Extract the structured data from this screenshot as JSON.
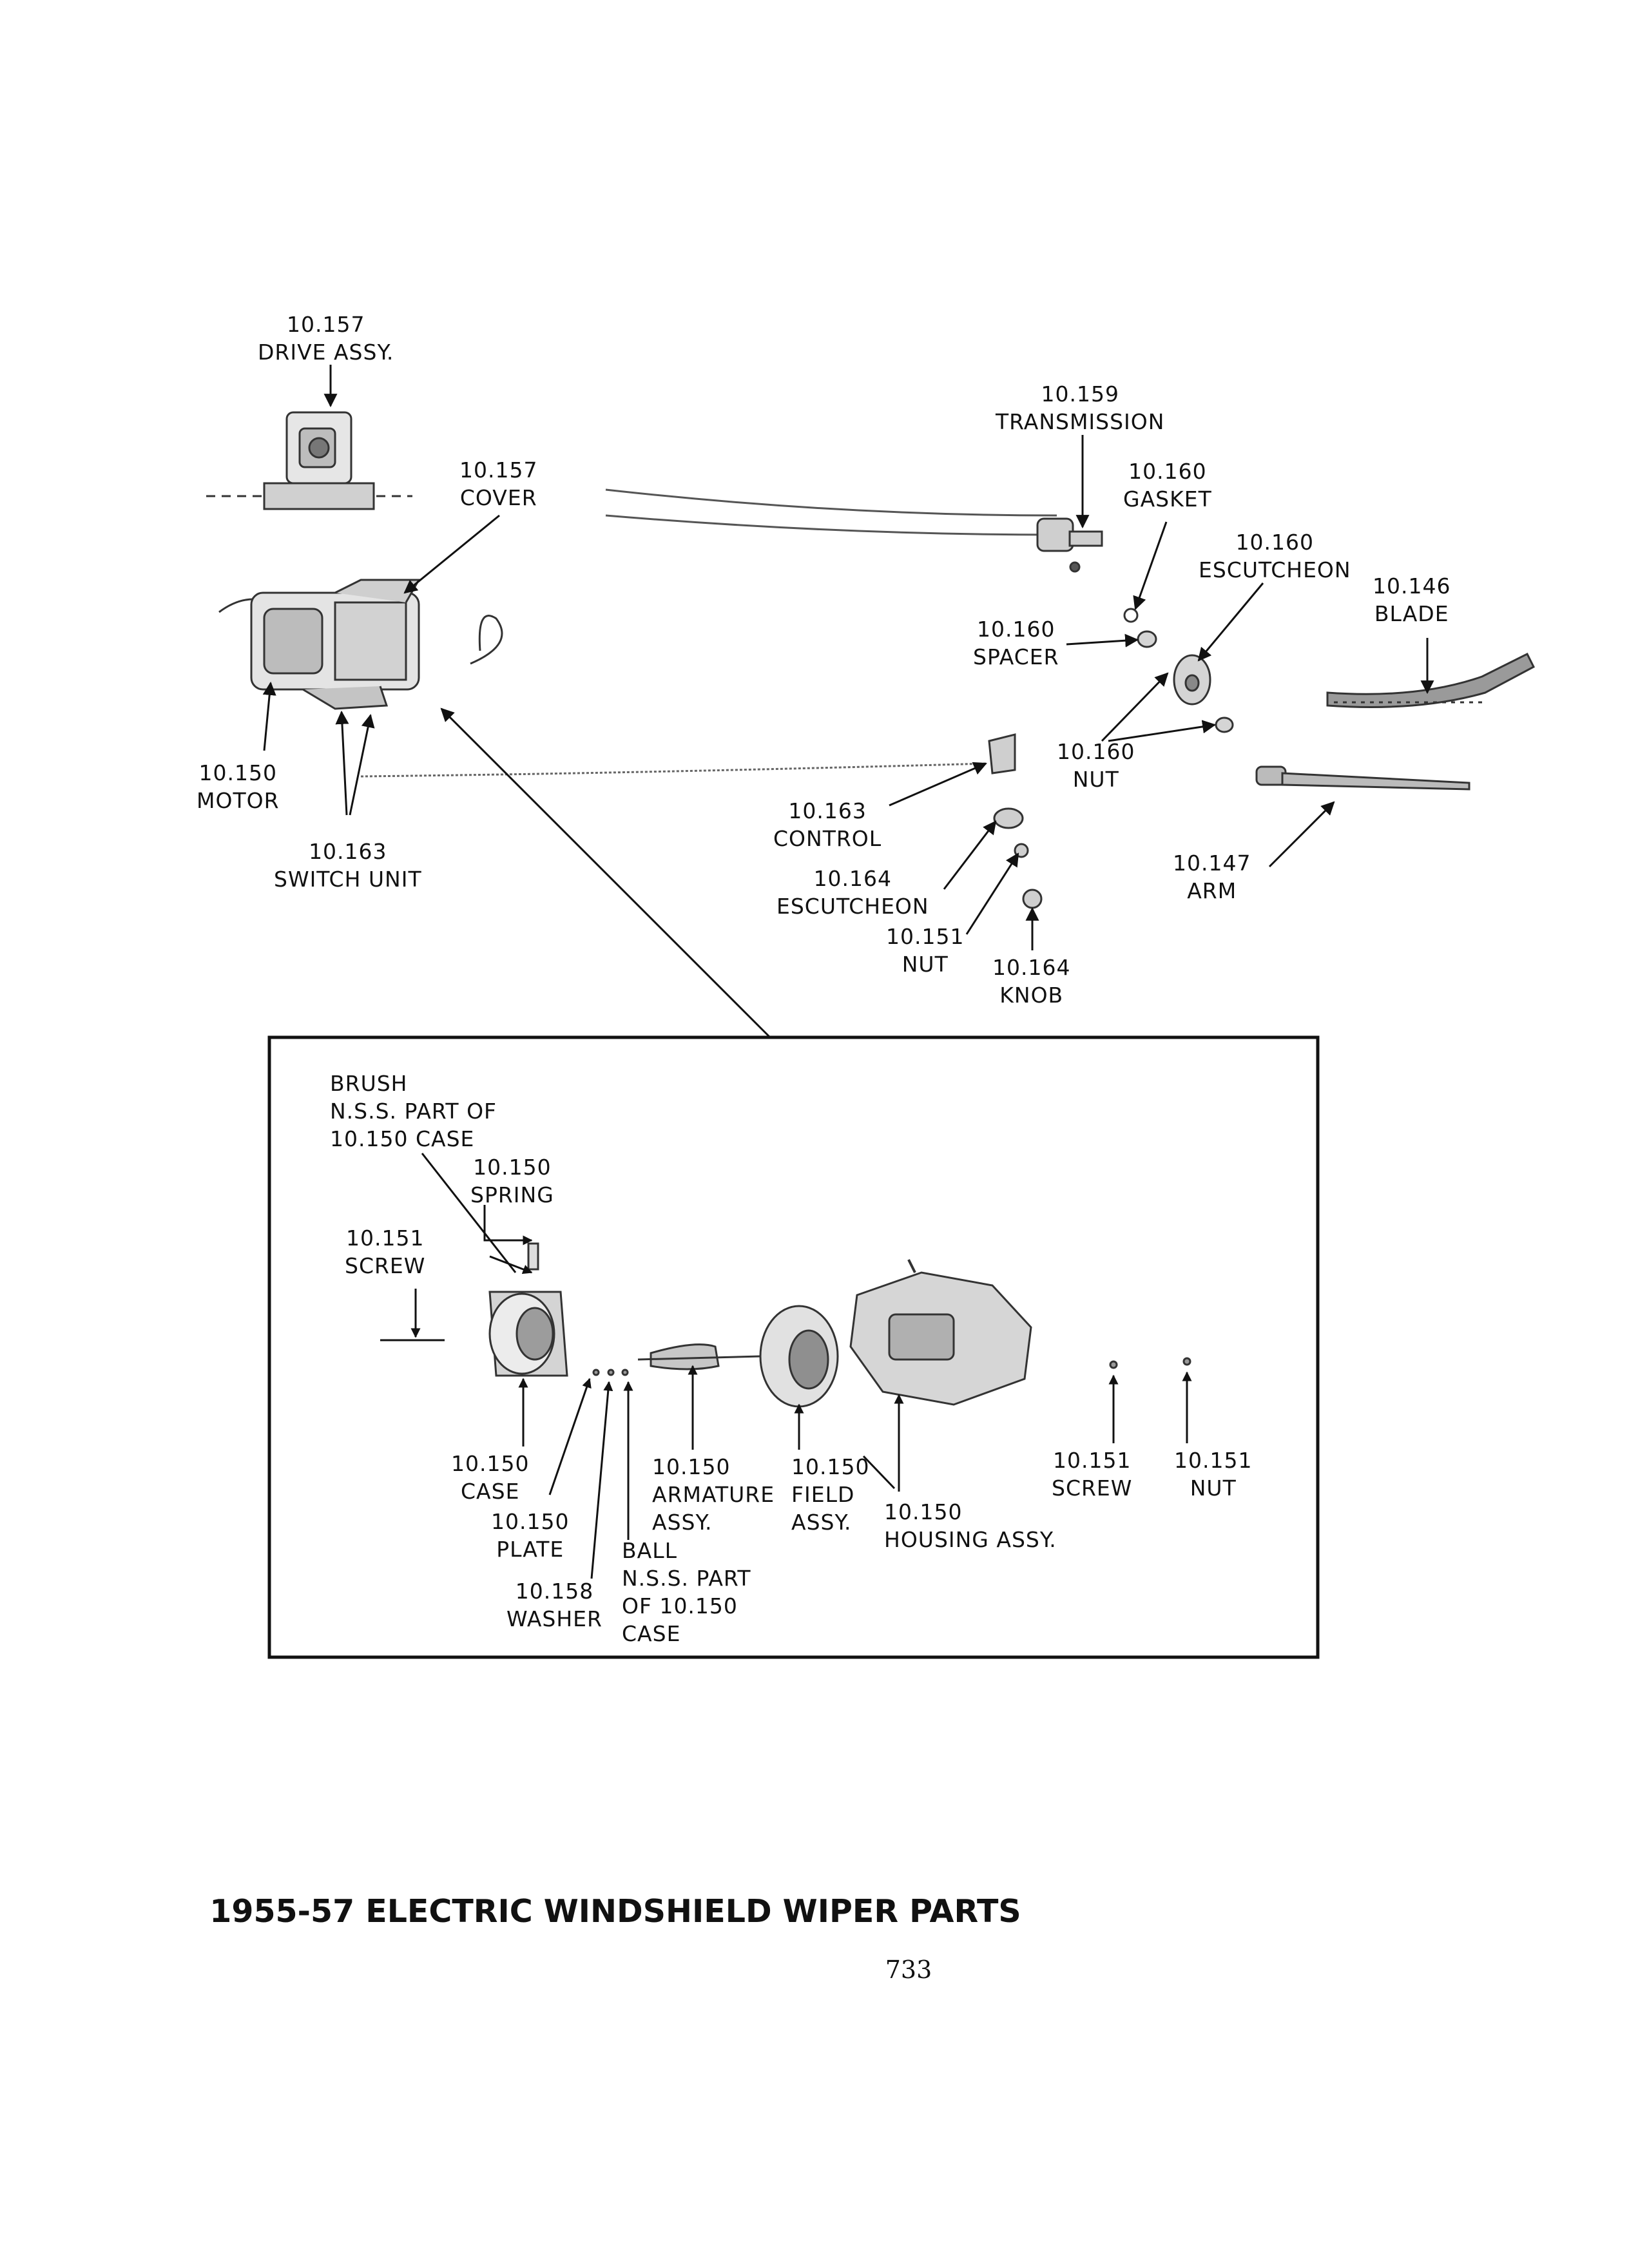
{
  "labels": {
    "drive_assy": [
      "10.157",
      "DRIVE ASSY."
    ],
    "cover": [
      "10.157",
      "COVER"
    ],
    "transmission": [
      "10.159",
      "TRANSMISSION"
    ],
    "gasket": [
      "10.160",
      "GASKET"
    ],
    "escutcheon_160": [
      "10.160",
      "ESCUTCHEON"
    ],
    "blade": [
      "10.146",
      "BLADE"
    ],
    "spacer": [
      "10.160",
      "SPACER"
    ],
    "nut_160": [
      "10.160",
      "NUT"
    ],
    "motor": [
      "10.150",
      "MOTOR"
    ],
    "switch_unit": [
      "10.163",
      "SWITCH UNIT"
    ],
    "control": [
      "10.163",
      "CONTROL"
    ],
    "escutcheon_164": [
      "10.164",
      "ESCUTCHEON"
    ],
    "nut_151": [
      "10.151",
      "NUT"
    ],
    "knob": [
      "10.164",
      "KNOB"
    ],
    "arm": [
      "10.147",
      "ARM"
    ]
  },
  "inset": {
    "brush": [
      "BRUSH",
      "N.S.S. PART OF",
      "10.150 CASE"
    ],
    "spring": [
      "10.150",
      "SPRING"
    ],
    "screw_left": [
      "10.151",
      "SCREW"
    ],
    "case": [
      "10.150",
      "CASE"
    ],
    "plate": [
      "10.150",
      "PLATE"
    ],
    "washer": [
      "10.158",
      "WASHER"
    ],
    "ball": [
      "BALL",
      "N.S.S. PART",
      "OF 10.150",
      "CASE"
    ],
    "armature": [
      "10.150",
      "ARMATURE",
      "ASSY."
    ],
    "field": [
      "10.150",
      "FIELD",
      "ASSY."
    ],
    "housing": [
      "10.150",
      "HOUSING ASSY."
    ],
    "screw_right": [
      "10.151",
      "SCREW"
    ],
    "nut_right": [
      "10.151",
      "NUT"
    ]
  },
  "title": "1955-57 ELECTRIC WINDSHIELD WIPER PARTS",
  "page_number": "733"
}
